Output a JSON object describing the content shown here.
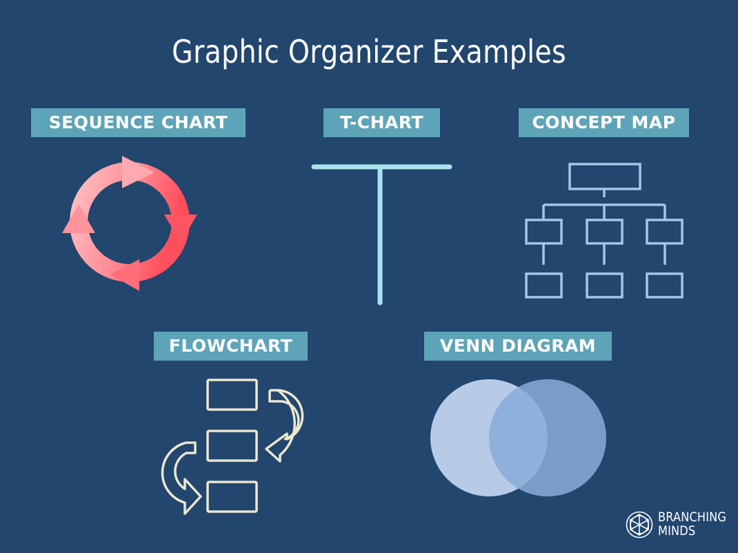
{
  "title": "Graphic Organizer Examples",
  "labels": {
    "sequence_chart": "SEQUENCE CHART",
    "t_chart": "T-CHART",
    "concept_map": "CONCEPT MAP",
    "flowchart": "FLOWCHART",
    "venn_diagram": "VENN DIAGRAM"
  },
  "brand": {
    "line1": "BRANCHING",
    "line2": "MINDS"
  },
  "colors": {
    "background": "#22466e",
    "label_bg": "#5ea4b8",
    "sequence_light": "#ffb3b8",
    "sequence_dark": "#ff5a66",
    "t_chart": "#a9e4ec",
    "concept_map": "#a7c4ea",
    "flowchart": "#ece7d0",
    "venn_left": "#b7cbe7",
    "venn_right": "#8aacd9"
  },
  "icons": {
    "sequence": "cycle-arrows-icon",
    "brand_logo": "network-sphere-icon"
  }
}
